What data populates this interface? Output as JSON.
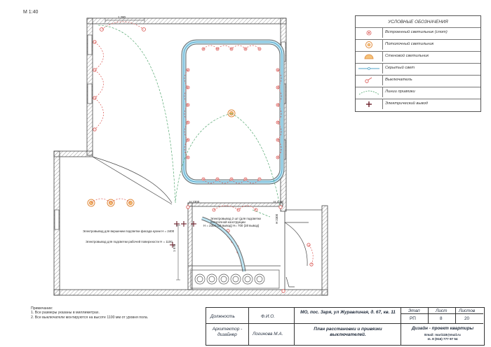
{
  "scale": "М 1:40",
  "notes": {
    "title": "Примечание:",
    "items": [
      "1. Все размеры указаны в миллиметрах.",
      "2. Все выключатели монтируются на высоте 1100 мм от уровня пола."
    ]
  },
  "dimensions": {
    "top": "1 280",
    "left_vertical": "1 570",
    "door_h1": "H 2300",
    "door_h2": "H 1100",
    "mid_h": "H 2300"
  },
  "annotations": {
    "outlet_hood": "Электровывод для вершении подсветки фасада кухни H = 2400",
    "outlet_work": "Электровывод для подсветки рабочей поверхности H = 1100",
    "outlet_ceiling_1": "Электровывод 2 шт (для подсветки",
    "outlet_ceiling_2": "потолочной конструкции",
    "outlet_ceiling_3": "H = 2300 (1й вывод) H= 700 (2й вывод)"
  },
  "legend": {
    "title": "УСЛОВНЫЕ ОБОЗНАЧЕНИЯ",
    "items": [
      {
        "symbol": "spot-icon",
        "label": "Встроенный светильник (спот)"
      },
      {
        "symbol": "ceiling-lamp-icon",
        "label": "Потолочный светильник"
      },
      {
        "symbol": "wall-lamp-icon",
        "label": "Стеновой светильник"
      },
      {
        "symbol": "hidden-light-icon",
        "label": "Скрытый свет"
      },
      {
        "symbol": "switch-icon",
        "label": "Выключатель"
      },
      {
        "symbol": "binding-line-icon",
        "label": "Линии привязки"
      },
      {
        "symbol": "outlet-icon",
        "label": "Электрический вывод"
      }
    ],
    "colors": {
      "spot": "#d9534f",
      "hidden": "#4fa3c7",
      "binding": "#3a9a5b",
      "wire": "#d9534f",
      "outlet": "#6b1f2a"
    }
  },
  "title_block": {
    "position_label": "Должность",
    "name_label": "Ф.И.О.",
    "address": "МО, пос. Заря, ул Журавлиная, д. 67, кв. 11",
    "stage_label": "Этап",
    "sheet_label": "Лист",
    "sheets_label": "Листов",
    "stage": "РП",
    "sheet": "8",
    "sheets": "20",
    "role": "Архитектор - дизайнер",
    "person": "Логинова М.А.",
    "drawing_title": "План расстановки и привязки выключателей.",
    "company": "Дизайн - проект квартиры",
    "email": "Email: mari118@mail.ru",
    "phone": "m. 8 (916) 777 97 54"
  }
}
